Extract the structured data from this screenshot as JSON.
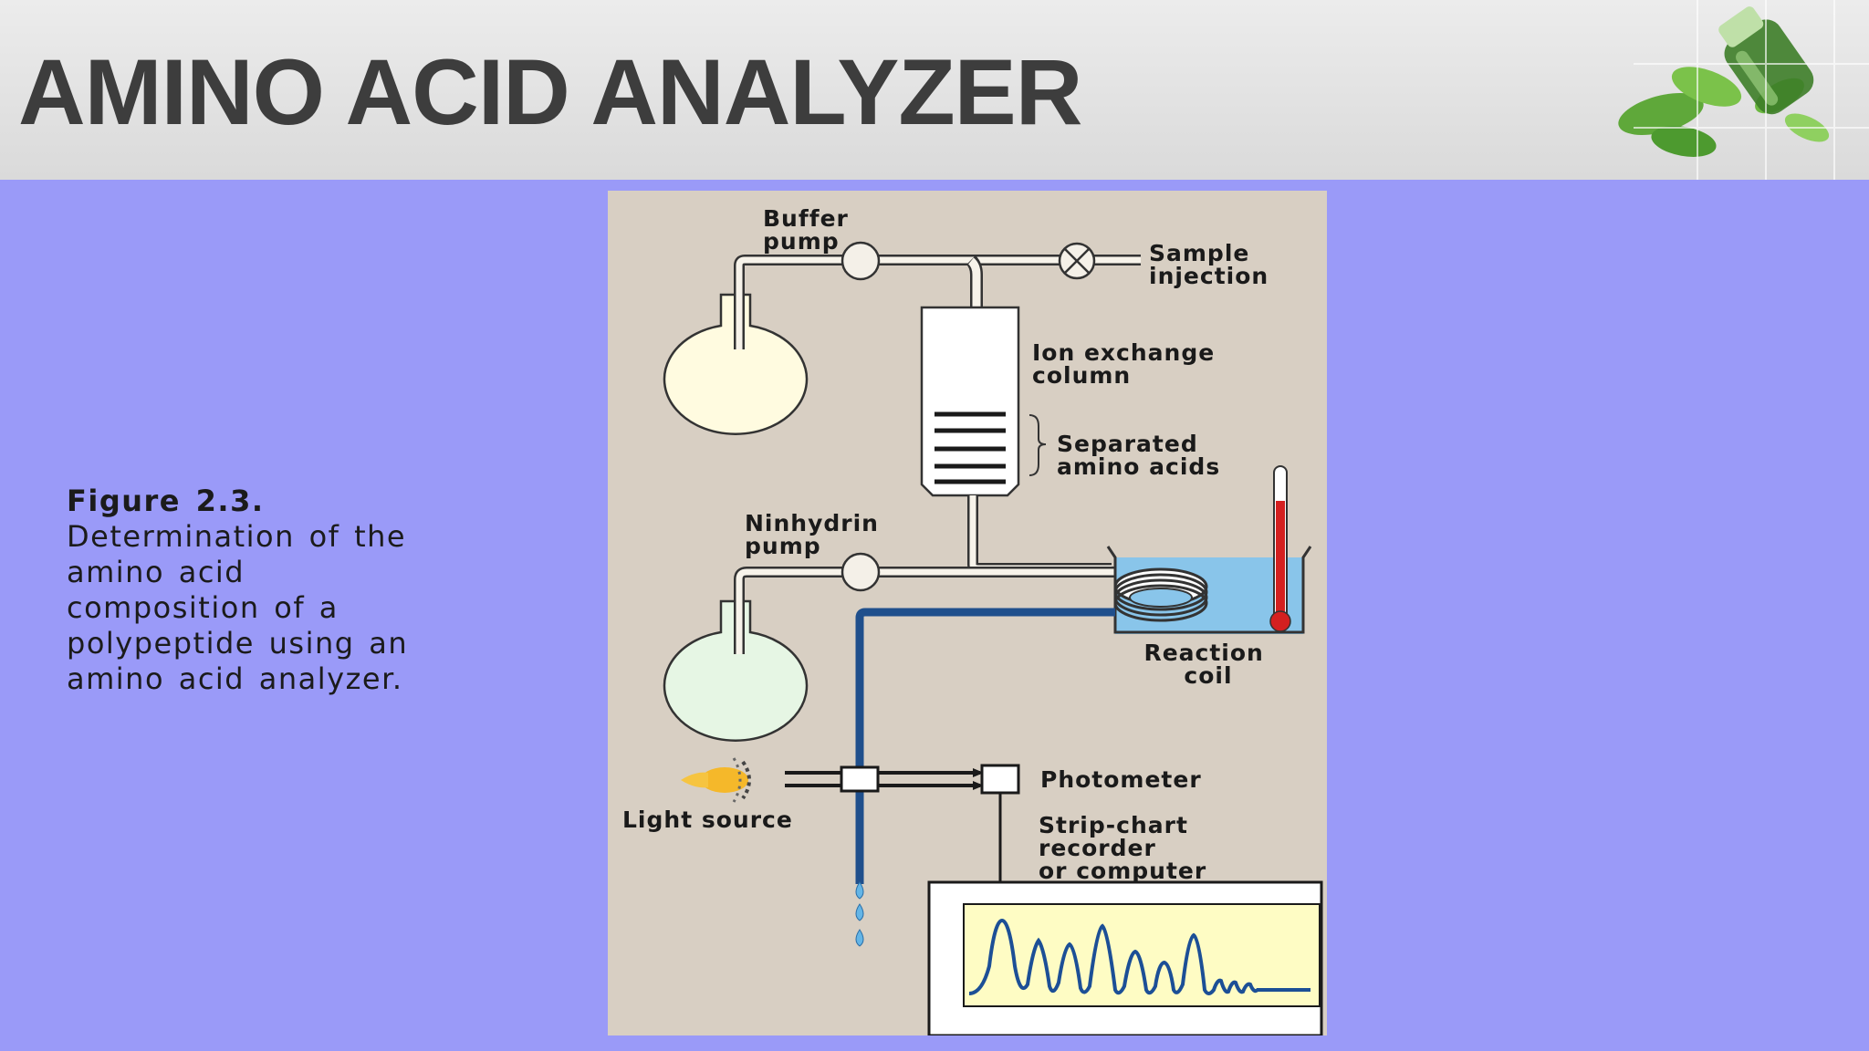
{
  "slide": {
    "title": "AMINO ACID ANALYZER",
    "colors": {
      "background": "#9a9af8",
      "header": "#e3e3e3",
      "title": "#3d3d3d"
    },
    "decoration": "glass-bottle-with-green-leaves"
  },
  "caption": {
    "figure_label": "Figure 2.3.",
    "lines": [
      "Determination of the",
      "amino acid",
      "composition of a",
      "polypeptide using an",
      "amino acid analyzer."
    ]
  },
  "diagram": {
    "labels": {
      "buffer_pump": [
        "Buffer",
        "pump"
      ],
      "sample_injection": [
        "Sample",
        "injection"
      ],
      "ion_exchange_column": [
        "Ion exchange",
        "column"
      ],
      "separated_amino_acids": [
        "Separated",
        "amino acids"
      ],
      "ninhydrin_pump": [
        "Ninhydrin",
        "pump"
      ],
      "reaction_coil": [
        "Reaction",
        "coil"
      ],
      "photometer": [
        "Photometer"
      ],
      "light_source": [
        "Light source"
      ],
      "recorder": [
        "Strip-chart",
        "recorder",
        "or computer"
      ]
    },
    "colors": {
      "panel": "#d8cfc3",
      "buffer_flask": "#fffbe0",
      "ninhydrin_flask": "#e6f6e4",
      "bath_water": "#89c5ea",
      "thermometer": "#d42020",
      "eluent_line": "#1f4f8c",
      "chart_paper": "#fefcc4",
      "chart_trace": "#1c4f96"
    }
  }
}
